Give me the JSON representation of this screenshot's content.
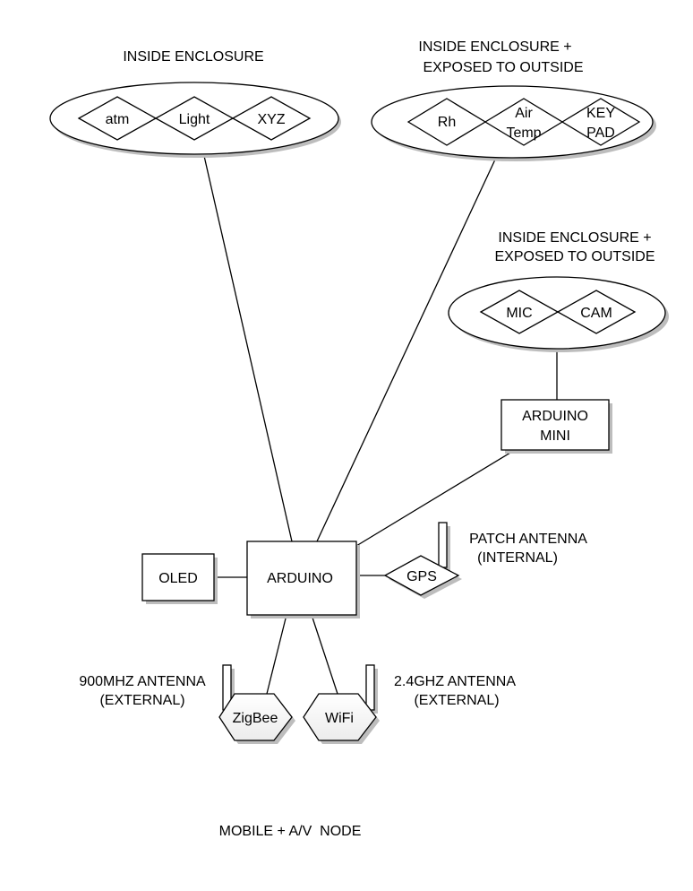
{
  "title": "MOBILE + A/V  NODE",
  "groups": {
    "enclosure1": {
      "label": "INSIDE ENCLOSURE",
      "sensors": [
        "atm",
        "Light",
        "XYZ"
      ]
    },
    "enclosure2": {
      "label_line1": "INSIDE ENCLOSURE +",
      "label_line2": "EXPOSED TO OUTSIDE",
      "sensors": [
        {
          "line1": "Rh",
          "line2": ""
        },
        {
          "line1": "Air",
          "line2": "Temp"
        },
        {
          "line1": "KEY",
          "line2": "PAD"
        }
      ]
    },
    "enclosure3": {
      "label_line1": "INSIDE ENCLOSURE +",
      "label_line2": "EXPOSED TO OUTSIDE",
      "sensors": [
        "MIC",
        "CAM"
      ]
    }
  },
  "nodes": {
    "arduino": "ARDUINO",
    "arduino_mini_line1": "ARDUINO",
    "arduino_mini_line2": "MINI",
    "oled": "OLED",
    "gps": "GPS",
    "zigbee": "ZigBee",
    "wifi": "WiFi"
  },
  "antennas": {
    "patch_line1": "PATCH ANTENNA",
    "patch_line2": "(INTERNAL)",
    "mhz900_line1": "900MHZ ANTENNA",
    "mhz900_line2": "(EXTERNAL)",
    "ghz24_line1": "2.4GHZ ANTENNA",
    "ghz24_line2": "(EXTERNAL)"
  }
}
